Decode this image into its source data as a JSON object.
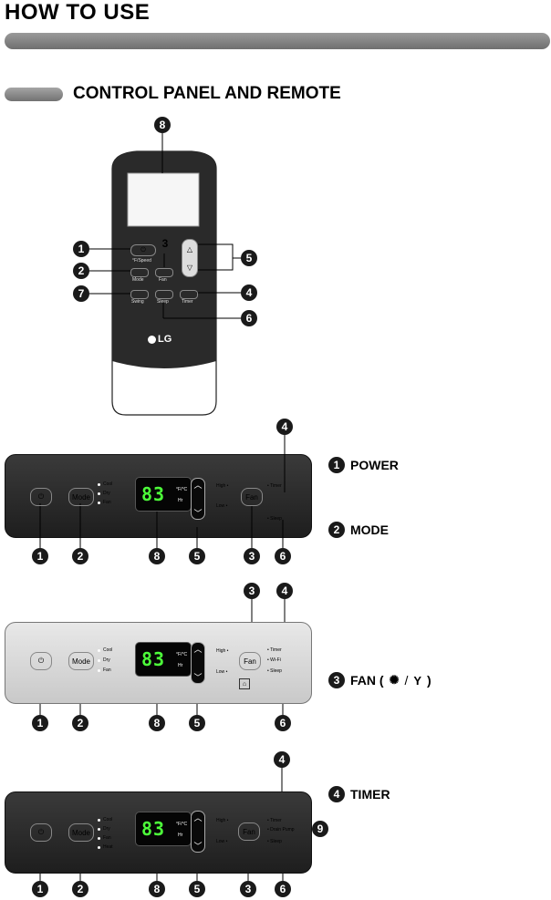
{
  "page": {
    "title": "HOW TO USE",
    "section": "CONTROL PANEL AND REMOTE"
  },
  "legend": [
    {
      "num": "1",
      "label": "POWER"
    },
    {
      "num": "2",
      "label": "MODE"
    },
    {
      "num": "3",
      "label": "FAN (",
      "suffix": ")"
    },
    {
      "num": "4",
      "label": "TIMER"
    }
  ],
  "remote": {
    "brand": "LG",
    "buttons": {
      "swing": "Swing",
      "sleep": "Sleep",
      "timer": "Timer",
      "mode": "Mode",
      "fan": "Fan",
      "tf": "°F/Speed"
    }
  },
  "panel1": {
    "display": "83",
    "unit": "°F/°C",
    "sub": "Hr",
    "modes": [
      "Cool",
      "Dry",
      "Fan"
    ],
    "fans": [
      "High",
      "Low"
    ],
    "right": [
      "Timer",
      "Sleep"
    ],
    "power": "⏻",
    "mode_btn": "Mode",
    "fan_btn": "Fan"
  },
  "panel2": {
    "display": "83",
    "unit": "°F/°C",
    "sub": "Hr",
    "modes": [
      "Cool",
      "Dry",
      "Fan"
    ],
    "fans": [
      "High",
      "Low"
    ],
    "right": [
      "Timer",
      "Wi-Fi",
      "Sleep"
    ],
    "power": "⏻",
    "mode_btn": "Mode",
    "fan_btn": "Fan"
  },
  "panel3": {
    "display": "83",
    "unit": "°F/°C",
    "sub": "Hr",
    "modes": [
      "Cool",
      "Dry",
      "Fan",
      "Heat"
    ],
    "fans": [
      "High",
      "Low"
    ],
    "right": [
      "Timer",
      "Drain Pump",
      "Sleep"
    ],
    "power": "⏻",
    "mode_btn": "Mode",
    "fan_btn": "Fan"
  },
  "callouts": {
    "c1": "1",
    "c2": "2",
    "c3": "3",
    "c4": "4",
    "c5": "5",
    "c6": "6",
    "c7": "7",
    "c8": "8",
    "c9": "9"
  }
}
